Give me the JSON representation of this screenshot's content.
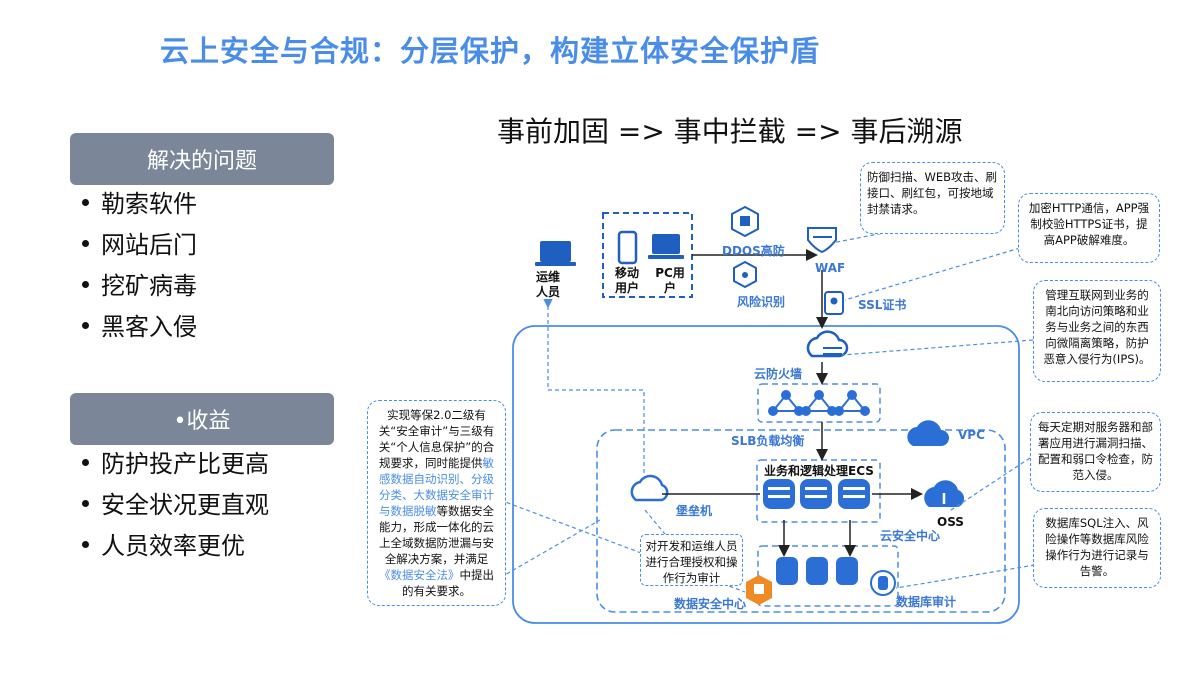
{
  "title": "云上安全与合规：分层保护，构建立体安全保护盾",
  "subtitle": "事前加固 => 事中拦截 => 事后溯源",
  "problems": {
    "heading": "解决的问题",
    "items": [
      "勒索软件",
      "网站后门",
      "挖矿病毒",
      "黑客入侵"
    ]
  },
  "benefits": {
    "heading": "•收益",
    "items": [
      "防护投产比更高",
      "安全状况更直观",
      "人员效率更优"
    ]
  },
  "diagram": {
    "labels": {
      "ops_user": "运维人员",
      "mobile_user": "移动用户",
      "pc_user": "PC用户",
      "ddos": "DDOS高防",
      "risk": "风险识别",
      "waf": "WAF",
      "ssl": "SSL证书",
      "cloud_firewall": "云防火墙",
      "slb": "SLB负载均衡",
      "vpc": "VPC",
      "ecs": "业务和逻辑处理ECS",
      "bastion": "堡垒机",
      "oss": "OSS",
      "security_center": "云安全中心",
      "data_security_center": "数据安全中心",
      "db_audit": "数据库审计"
    },
    "notes": {
      "waf": "防御扫描、WEB攻击、刷接口、刷红包，可按地域封禁请求。",
      "ssl": "加密HTTP通信，APP强制校验HTTPS证书，提高APP破解难度。",
      "firewall": "管理互联网到业务的南北向访问策略和业务与业务之间的东西向微隔离策略，防护恶意入侵行为(IPS)。",
      "security_center": "每天定期对服务器和部署应用进行漏洞扫描、配置和弱口令检查，防范入侵。",
      "db_audit": "数据库SQL注入、风险操作等数据库风险操作行为进行记录与告警。",
      "bastion": "对开发和运维人员进行合理授权和操作行为审计",
      "compliance_1": "实现等保2.0二级有关“安全审计”与三级有关“个人信息保护”的合规要求，同时能提供",
      "compliance_hl": "敏感数据自动识别、分级分类、大数据安全审计与数据脱敏",
      "compliance_2": "等数据安全能力，形成一体化的云上全域数据防泄漏与安全解决方案，并满足",
      "compliance_hl2": "《数据安全法》",
      "compliance_3": "中提出的有关要求。"
    }
  },
  "colors": {
    "accent": "#4a8de8",
    "dark_blue": "#1f5fbf",
    "head_bg": "#7b8798",
    "orange": "#f08a24"
  }
}
